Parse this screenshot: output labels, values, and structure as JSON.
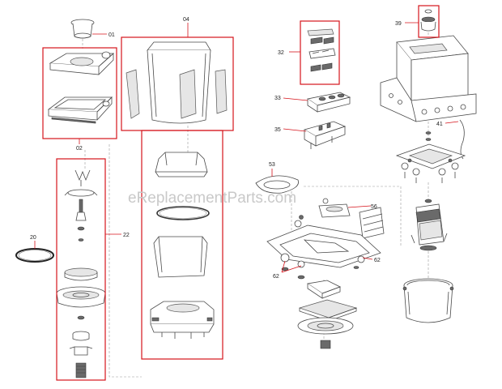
{
  "watermark": "eReplacementParts.com",
  "labels": {
    "p01": "01",
    "p02": "02",
    "p04": "04",
    "p20": "20",
    "p22": "22",
    "p32": "32",
    "p33": "33",
    "p35": "35",
    "p39": "39",
    "p41": "41",
    "p53": "53",
    "p56": "56",
    "p62a": "62",
    "p62b": "62"
  },
  "colors": {
    "highlight": "#d6141c",
    "line": "#4a4a4a",
    "watermark": "#c9c9c9"
  }
}
